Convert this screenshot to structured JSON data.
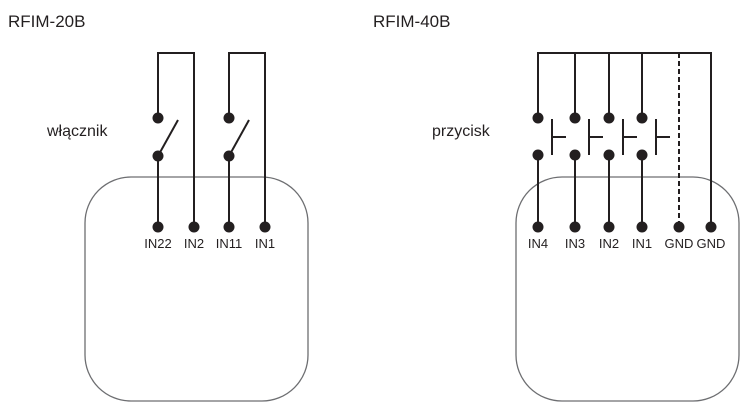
{
  "diagrams": [
    {
      "id": "rfim-20b",
      "title": "RFIM-20B",
      "contact_label": "włącznik",
      "contact_type": "switch",
      "terminals": [
        "IN22",
        "IN2",
        "IN11",
        "IN1"
      ],
      "wires": [
        {
          "from": "IN22",
          "to": "IN2",
          "via": "switch-1"
        },
        {
          "from": "IN11",
          "to": "IN1",
          "via": "switch-2"
        }
      ]
    },
    {
      "id": "rfim-40b",
      "title": "RFIM-40B",
      "contact_label": "przycisk",
      "contact_type": "pushbutton",
      "terminals": [
        "IN4",
        "IN3",
        "IN2",
        "IN1",
        "GND",
        "GND"
      ],
      "wires": [
        {
          "from": "IN4",
          "to": "GND",
          "via": "button-1"
        },
        {
          "from": "IN3",
          "to": "GND",
          "via": "button-2"
        },
        {
          "from": "IN2",
          "to": "GND",
          "via": "button-3"
        },
        {
          "from": "IN1",
          "to": "GND",
          "via": "button-4"
        },
        {
          "from": "GND",
          "to": "GND",
          "style": "dashed"
        }
      ]
    }
  ]
}
